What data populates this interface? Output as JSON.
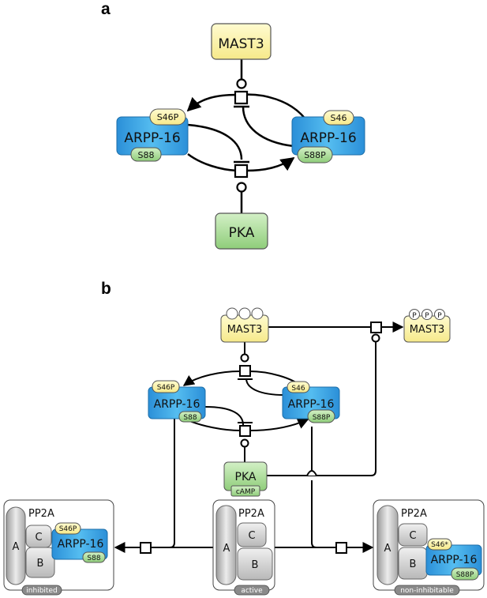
{
  "panel_a": {
    "label": "a",
    "mast3": "MAST3",
    "pka": "PKA",
    "left_arpp": {
      "name": "ARPP-16",
      "site_top": "S46P",
      "site_bottom": "S88"
    },
    "right_arpp": {
      "name": "ARPP-16",
      "site_top": "S46",
      "site_bottom": "S88P"
    }
  },
  "panel_b": {
    "label": "b",
    "mast3_left": {
      "name": "MAST3",
      "sites": [
        "",
        "",
        ""
      ]
    },
    "mast3_right": {
      "name": "MAST3",
      "sites": [
        "P",
        "P",
        "P"
      ]
    },
    "left_arpp": {
      "name": "ARPP-16",
      "site_top": "S46P",
      "site_bottom": "S88"
    },
    "right_arpp": {
      "name": "ARPP-16",
      "site_top": "S46",
      "site_bottom": "S88P"
    },
    "pka": {
      "name": "PKA",
      "sub": "cAMP"
    },
    "pp2a_left": {
      "title": "PP2A",
      "a": "A",
      "b": "B",
      "c": "C",
      "arpp": "ARPP-16",
      "site_top": "S46P",
      "site_bottom": "S88",
      "state": "inhibited"
    },
    "pp2a_center": {
      "title": "PP2A",
      "a": "A",
      "b": "B",
      "c": "C",
      "state": "active"
    },
    "pp2a_right": {
      "title": "PP2A",
      "a": "A",
      "b": "B",
      "c": "C",
      "arpp": "ARPP-16",
      "site_top": "S46*",
      "site_bottom": "S88P",
      "state": "non-inhibitable"
    }
  },
  "colors": {
    "yellow": "#fdf3a6",
    "blue": "#2f9fe0",
    "green": "#9fd68a",
    "grey": "#c8c8c8"
  }
}
